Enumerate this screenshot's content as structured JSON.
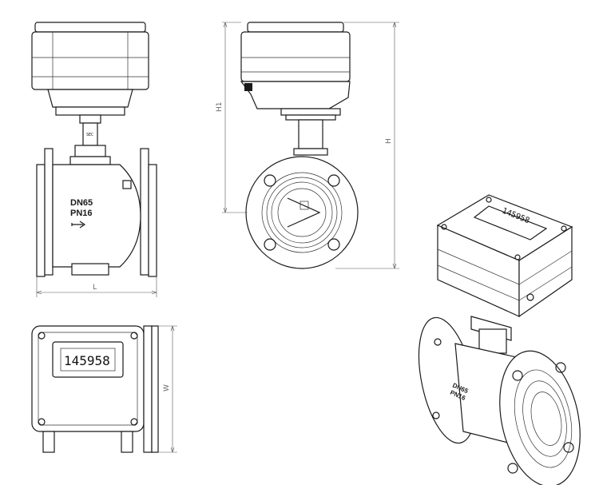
{
  "front": {
    "size_label": "DN65",
    "pressure_label": "PN16",
    "dim_length": "L"
  },
  "side": {
    "dim_h1": "H1",
    "dim_h": "H"
  },
  "top": {
    "display_value": "145958",
    "dim_width": "W"
  },
  "iso": {
    "size_label": "DN65",
    "pressure_label": "PN16",
    "display_value": "145958"
  }
}
